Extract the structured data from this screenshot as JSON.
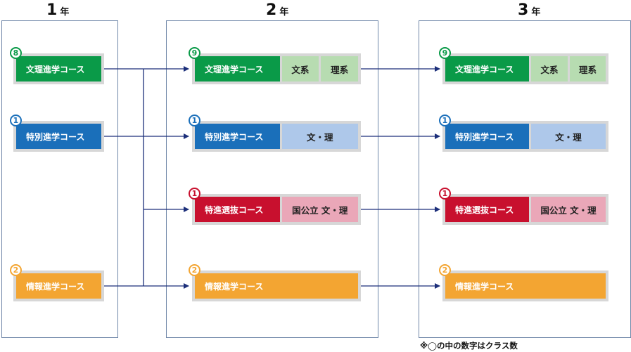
{
  "years": [
    {
      "num": "1",
      "unit": "年"
    },
    {
      "num": "2",
      "unit": "年"
    },
    {
      "num": "3",
      "unit": "年"
    }
  ],
  "year1": {
    "bunri": {
      "badge": "8",
      "name": "文理進学コース"
    },
    "tokubetsu": {
      "badge": "1",
      "name": "特別進学コース"
    },
    "joho": {
      "badge": "2",
      "name": "情報進学コース"
    }
  },
  "year2": {
    "bunri": {
      "badge": "9",
      "name": "文理進学コース",
      "sub1": "文系",
      "sub2": "理系"
    },
    "tokubetsu": {
      "badge": "1",
      "name": "特別進学コース",
      "sub1": "文・理"
    },
    "tokushin": {
      "badge": "1",
      "name": "特進選抜コース",
      "sub1": "国公立 文・理"
    },
    "joho": {
      "badge": "2",
      "name": "情報進学コース"
    }
  },
  "year3": {
    "bunri": {
      "badge": "9",
      "name": "文理進学コース",
      "sub1": "文系",
      "sub2": "理系"
    },
    "tokubetsu": {
      "badge": "1",
      "name": "特別進学コース",
      "sub1": "文・理"
    },
    "tokushin": {
      "badge": "1",
      "name": "特進選抜コース",
      "sub1": "国公立 文・理"
    },
    "joho": {
      "badge": "2",
      "name": "情報進学コース"
    }
  },
  "note": "※◯の中の数字はクラス数",
  "colors": {
    "green": "#0a9a48",
    "blue": "#1a6fba",
    "red": "#c8102e",
    "orange": "#f3a532",
    "arrow": "#1c2f7a",
    "frame": "#6f86a8"
  }
}
